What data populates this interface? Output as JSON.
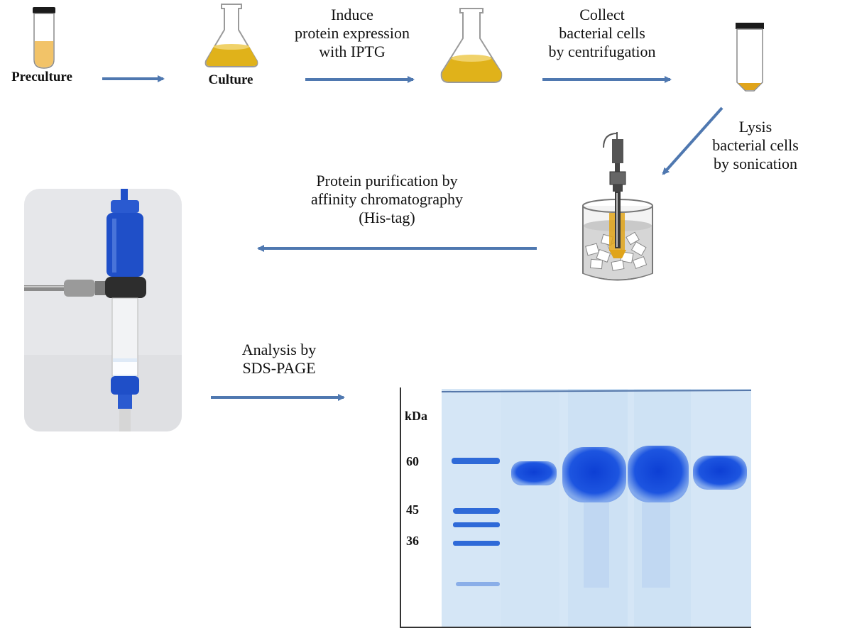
{
  "labels": {
    "preculture": "Preculture",
    "culture": "Culture",
    "induce": [
      "Induce",
      "protein expression",
      "with IPTG"
    ],
    "collect": [
      "Collect",
      "bacterial cells",
      "by centrifugation"
    ],
    "lysis": [
      "Lysis",
      "bacterial cells",
      "by sonication"
    ],
    "purification": [
      "Protein purification by",
      "affinity chromatography",
      "(His-tag)"
    ],
    "analysis": [
      "Analysis by",
      "SDS-PAGE"
    ]
  },
  "gel": {
    "unit": "kDa",
    "markers": [
      "60",
      "45",
      "36"
    ]
  },
  "colors": {
    "arrow": "#4f78b0",
    "culture_medium": "#e0b21a",
    "tube_medium": "#f2c368",
    "gel_band": "#1d4fd6",
    "column_blue": "#1f4fc8"
  }
}
